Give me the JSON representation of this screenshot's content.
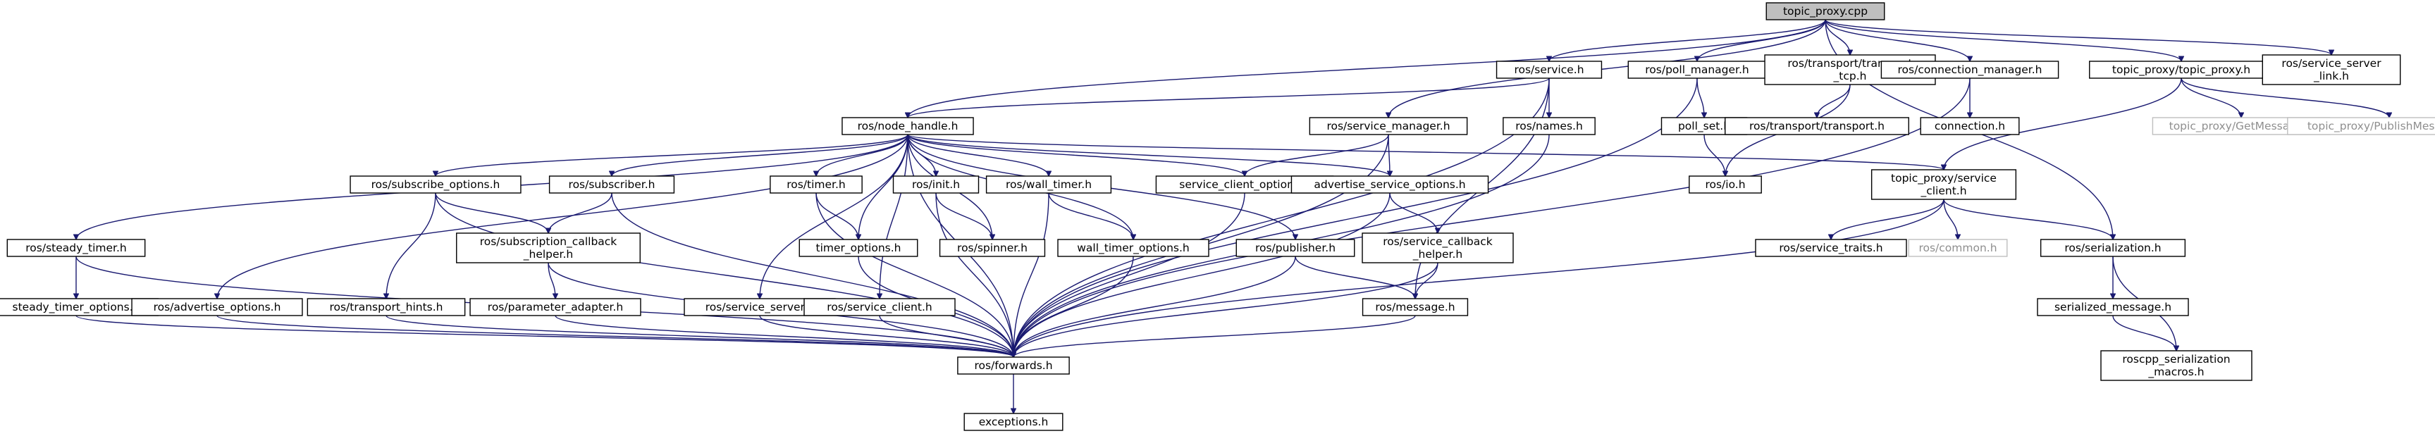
{
  "diagram": {
    "nodes": [
      {
        "id": "topic_proxy_cpp",
        "lines": [
          "topic_proxy.cpp"
        ],
        "style": "root"
      },
      {
        "id": "node_handle",
        "lines": [
          "ros/node_handle.h"
        ]
      },
      {
        "id": "service",
        "lines": [
          "ros/service.h"
        ]
      },
      {
        "id": "service_manager",
        "lines": [
          "ros/service_manager.h"
        ]
      },
      {
        "id": "poll_manager",
        "lines": [
          "ros/poll_manager.h"
        ]
      },
      {
        "id": "transport_tcp",
        "lines": [
          "ros/transport/transport",
          "_tcp.h"
        ]
      },
      {
        "id": "connection_manager",
        "lines": [
          "ros/connection_manager.h"
        ]
      },
      {
        "id": "topic_proxy_h",
        "lines": [
          "topic_proxy/topic_proxy.h"
        ]
      },
      {
        "id": "service_server_link",
        "lines": [
          "ros/service_server",
          "_link.h"
        ]
      },
      {
        "id": "names",
        "lines": [
          "ros/names.h"
        ]
      },
      {
        "id": "poll_set",
        "lines": [
          "poll_set.h"
        ]
      },
      {
        "id": "transport",
        "lines": [
          "ros/transport/transport.h"
        ]
      },
      {
        "id": "connection",
        "lines": [
          "connection.h"
        ]
      },
      {
        "id": "get_message",
        "lines": [
          "topic_proxy/GetMessage.h"
        ],
        "style": "external"
      },
      {
        "id": "publish_message",
        "lines": [
          "topic_proxy/PublishMessage.h"
        ],
        "style": "external"
      },
      {
        "id": "io",
        "lines": [
          "ros/io.h"
        ]
      },
      {
        "id": "service_client_proxy",
        "lines": [
          "topic_proxy/service",
          "_client.h"
        ]
      },
      {
        "id": "subscribe_options",
        "lines": [
          "ros/subscribe_options.h"
        ]
      },
      {
        "id": "subscriber",
        "lines": [
          "ros/subscriber.h"
        ]
      },
      {
        "id": "timer",
        "lines": [
          "ros/timer.h"
        ]
      },
      {
        "id": "init",
        "lines": [
          "ros/init.h"
        ]
      },
      {
        "id": "wall_timer",
        "lines": [
          "ros/wall_timer.h"
        ]
      },
      {
        "id": "service_client_options",
        "lines": [
          "service_client_options.h"
        ]
      },
      {
        "id": "advertise_service_options",
        "lines": [
          "advertise_service_options.h"
        ]
      },
      {
        "id": "steady_timer",
        "lines": [
          "ros/steady_timer.h"
        ]
      },
      {
        "id": "subscription_callback_helper",
        "lines": [
          "ros/subscription_callback",
          "_helper.h"
        ]
      },
      {
        "id": "timer_options",
        "lines": [
          "timer_options.h"
        ]
      },
      {
        "id": "spinner",
        "lines": [
          "ros/spinner.h"
        ]
      },
      {
        "id": "wall_timer_options",
        "lines": [
          "wall_timer_options.h"
        ]
      },
      {
        "id": "publisher",
        "lines": [
          "ros/publisher.h"
        ]
      },
      {
        "id": "service_callback_helper",
        "lines": [
          "ros/service_callback",
          "_helper.h"
        ]
      },
      {
        "id": "service_traits",
        "lines": [
          "ros/service_traits.h"
        ]
      },
      {
        "id": "common",
        "lines": [
          "ros/common.h"
        ],
        "style": "external"
      },
      {
        "id": "serialization",
        "lines": [
          "ros/serialization.h"
        ]
      },
      {
        "id": "steady_timer_options",
        "lines": [
          "steady_timer_options.h"
        ]
      },
      {
        "id": "advertise_options",
        "lines": [
          "ros/advertise_options.h"
        ]
      },
      {
        "id": "transport_hints",
        "lines": [
          "ros/transport_hints.h"
        ]
      },
      {
        "id": "parameter_adapter",
        "lines": [
          "ros/parameter_adapter.h"
        ]
      },
      {
        "id": "service_server",
        "lines": [
          "ros/service_server.h"
        ]
      },
      {
        "id": "service_client",
        "lines": [
          "ros/service_client.h"
        ]
      },
      {
        "id": "message",
        "lines": [
          "ros/message.h"
        ]
      },
      {
        "id": "serialized_message",
        "lines": [
          "serialized_message.h"
        ]
      },
      {
        "id": "forwards",
        "lines": [
          "ros/forwards.h"
        ]
      },
      {
        "id": "roscpp_serialization_macros",
        "lines": [
          "roscpp_serialization",
          "_macros.h"
        ]
      },
      {
        "id": "exceptions",
        "lines": [
          "exceptions.h"
        ]
      }
    ],
    "edges": [
      [
        "topic_proxy_cpp",
        "node_handle"
      ],
      [
        "topic_proxy_cpp",
        "service"
      ],
      [
        "topic_proxy_cpp",
        "service_manager"
      ],
      [
        "topic_proxy_cpp",
        "poll_manager"
      ],
      [
        "topic_proxy_cpp",
        "transport_tcp"
      ],
      [
        "topic_proxy_cpp",
        "connection_manager"
      ],
      [
        "topic_proxy_cpp",
        "topic_proxy_h"
      ],
      [
        "topic_proxy_cpp",
        "service_server_link"
      ],
      [
        "topic_proxy_cpp",
        "serialization"
      ],
      [
        "service",
        "node_handle"
      ],
      [
        "service",
        "names"
      ],
      [
        "service",
        "message"
      ],
      [
        "service",
        "forwards"
      ],
      [
        "node_handle",
        "steady_timer"
      ],
      [
        "node_handle",
        "advertise_options"
      ],
      [
        "node_handle",
        "subscribe_options"
      ],
      [
        "node_handle",
        "subscriber"
      ],
      [
        "node_handle",
        "forwards"
      ],
      [
        "node_handle",
        "service_server"
      ],
      [
        "node_handle",
        "service_client"
      ],
      [
        "node_handle",
        "timer"
      ],
      [
        "node_handle",
        "timer_options"
      ],
      [
        "node_handle",
        "init"
      ],
      [
        "node_handle",
        "spinner"
      ],
      [
        "node_handle",
        "wall_timer"
      ],
      [
        "node_handle",
        "wall_timer_options"
      ],
      [
        "node_handle",
        "publisher"
      ],
      [
        "node_handle",
        "service_client_options"
      ],
      [
        "node_handle",
        "advertise_service_options"
      ],
      [
        "node_handle",
        "service_client_proxy"
      ],
      [
        "service_manager",
        "service_client_options"
      ],
      [
        "service_manager",
        "advertise_service_options"
      ],
      [
        "service_manager",
        "forwards"
      ],
      [
        "poll_manager",
        "poll_set"
      ],
      [
        "poll_manager",
        "forwards"
      ],
      [
        "poll_set",
        "io"
      ],
      [
        "transport_tcp",
        "transport"
      ],
      [
        "transport_tcp",
        "io"
      ],
      [
        "connection_manager",
        "connection"
      ],
      [
        "connection_manager",
        "forwards"
      ],
      [
        "topic_proxy_h",
        "get_message"
      ],
      [
        "topic_proxy_h",
        "publish_message"
      ],
      [
        "topic_proxy_h",
        "service_client_proxy"
      ],
      [
        "names",
        "forwards"
      ],
      [
        "service_client_proxy",
        "service_traits"
      ],
      [
        "service_client_proxy",
        "common"
      ],
      [
        "service_client_proxy",
        "serialization"
      ],
      [
        "service_client_proxy",
        "forwards"
      ],
      [
        "subscribe_options",
        "subscription_callback_helper"
      ],
      [
        "subscribe_options",
        "transport_hints"
      ],
      [
        "subscribe_options",
        "forwards"
      ],
      [
        "subscriber",
        "subscription_callback_helper"
      ],
      [
        "subscriber",
        "forwards"
      ],
      [
        "subscription_callback_helper",
        "parameter_adapter"
      ],
      [
        "subscription_callback_helper",
        "forwards"
      ],
      [
        "steady_timer",
        "steady_timer_options"
      ],
      [
        "steady_timer",
        "forwards"
      ],
      [
        "steady_timer_options",
        "forwards"
      ],
      [
        "advertise_options",
        "forwards"
      ],
      [
        "transport_hints",
        "forwards"
      ],
      [
        "parameter_adapter",
        "forwards"
      ],
      [
        "timer",
        "timer_options"
      ],
      [
        "timer",
        "forwards"
      ],
      [
        "timer_options",
        "forwards"
      ],
      [
        "init",
        "spinner"
      ],
      [
        "init",
        "forwards"
      ],
      [
        "wall_timer",
        "wall_timer_options"
      ],
      [
        "wall_timer",
        "forwards"
      ],
      [
        "wall_timer_options",
        "forwards"
      ],
      [
        "service_server",
        "forwards"
      ],
      [
        "service_client",
        "forwards"
      ],
      [
        "publisher",
        "message"
      ],
      [
        "publisher",
        "forwards"
      ],
      [
        "service_client_options",
        "forwards"
      ],
      [
        "advertise_service_options",
        "service_callback_helper"
      ],
      [
        "advertise_service_options",
        "forwards"
      ],
      [
        "service_callback_helper",
        "message"
      ],
      [
        "service_callback_helper",
        "forwards"
      ],
      [
        "message",
        "forwards"
      ],
      [
        "serialization",
        "serialized_message"
      ],
      [
        "serialization",
        "roscpp_serialization_macros"
      ],
      [
        "serialized_message",
        "roscpp_serialization_macros"
      ],
      [
        "forwards",
        "exceptions"
      ]
    ]
  }
}
